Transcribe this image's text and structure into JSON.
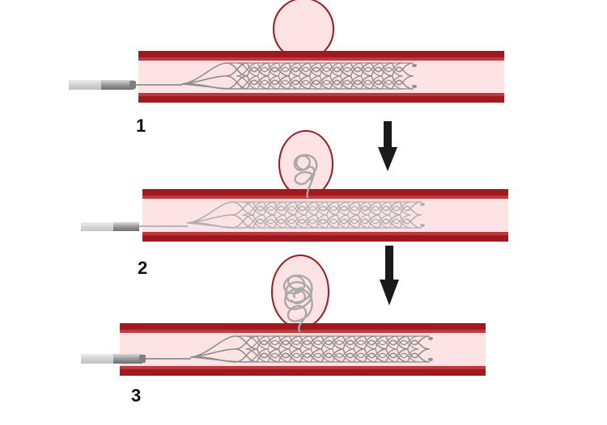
{
  "steps": [
    {
      "label": "1",
      "stage": "stent-retriever-deployed-across-aneurysm-neck"
    },
    {
      "label": "2",
      "stage": "coil-introduced-into-aneurysm"
    },
    {
      "label": "3",
      "stage": "aneurysm-filled-with-coil"
    }
  ],
  "colors": {
    "vessel_wall": "#9e1a1f",
    "vessel_wall_inner": "#c0393f",
    "vessel_lumen": "#fde3e3",
    "aneurysm_fill": "#fde3e3",
    "stent_mesh": "#9a9a9a",
    "catheter": "#a7a7a7",
    "arrow": "#1a1a1a"
  }
}
